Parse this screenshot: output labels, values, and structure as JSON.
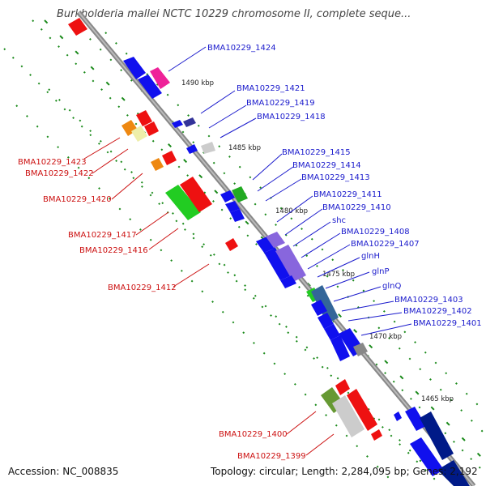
{
  "title": "Burkholderia mallei NCTC 10229 chromosome II, complete seque...",
  "accession": "Accession: NC_008835",
  "topology": "Topology: circular; Length: 2,284,095 bp; Genes: 2,192",
  "kbp_ticks": [
    "1490 kbp",
    "1485 kbp",
    "1480 kbp",
    "1475 kbp",
    "1470 kbp",
    "1465 kbp"
  ],
  "plus_strand_genes": [
    "BMA10229_1424",
    "BMA10229_1421",
    "BMA10229_1419",
    "BMA10229_1418",
    "BMA10229_1415",
    "BMA10229_1414",
    "BMA10229_1413",
    "BMA10229_1411",
    "BMA10229_1410",
    "shc",
    "BMA10229_1408",
    "BMA10229_1407",
    "glnH",
    "glnP",
    "glnQ",
    "BMA10229_1403",
    "BMA10229_1402",
    "BMA10229_1401"
  ],
  "minus_strand_genes": [
    "BMA10229_1423",
    "BMA10229_1422",
    "BMA10229_1420",
    "BMA10229_1417",
    "BMA10229_1416",
    "BMA10229_1412",
    "BMA10229_1400",
    "BMA10229_1399"
  ],
  "colors": {
    "plus_label": "#1a1acc",
    "minus_label": "#cc1111",
    "backbone": "#888888",
    "dots": "#1a8a1a"
  }
}
